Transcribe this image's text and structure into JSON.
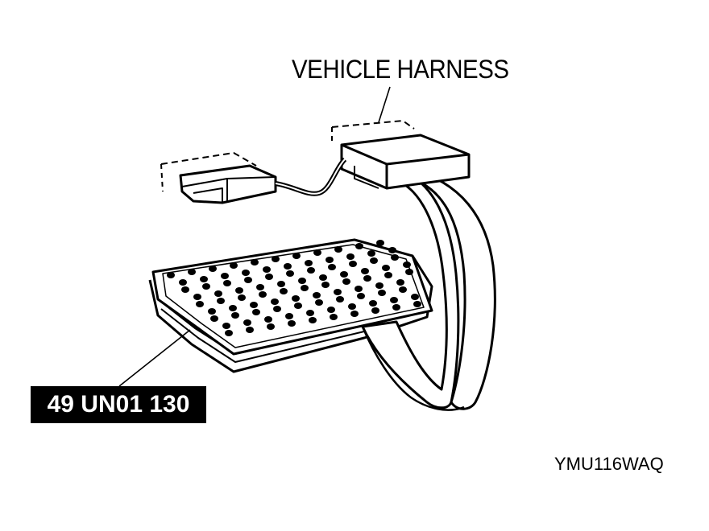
{
  "labels": {
    "vehicle_harness": "VEHICLE HARNESS",
    "part_number": "49 UN01 130",
    "figure_code": "YMU116WAQ"
  },
  "colors": {
    "ink": "#000000",
    "paper": "#ffffff"
  },
  "icons": {
    "adapter": "perforated-tray-adapter-icon",
    "connector_large": "large-harness-connector-icon",
    "connector_small": "small-harness-connector-icon",
    "ribbon": "ribbon-cable-icon"
  }
}
